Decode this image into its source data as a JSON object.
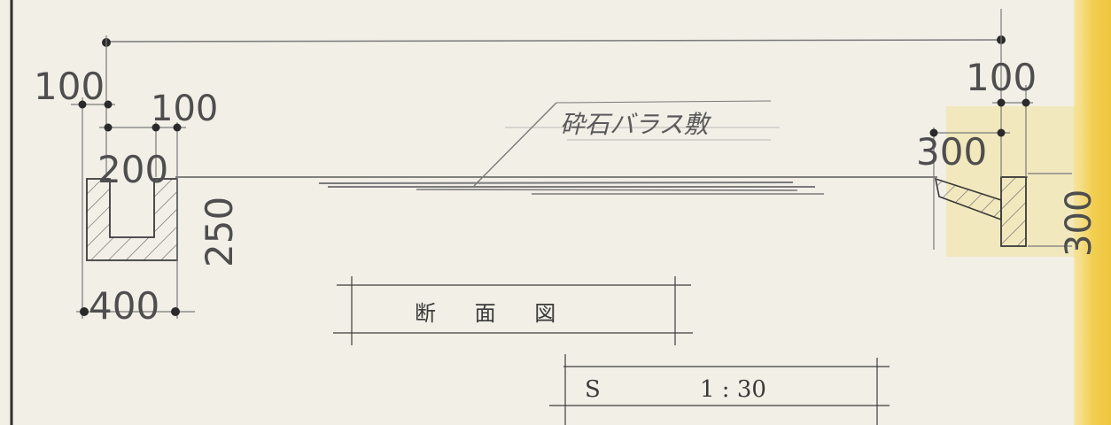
{
  "dimensions": {
    "left_top_offset": "100",
    "left_wall": "100",
    "left_inner_width": "200",
    "left_height": "250",
    "left_total_width": "400",
    "right_top_offset": "100",
    "right_width": "300",
    "right_height": "300"
  },
  "annotation": "砕石バラス敷",
  "title_box": {
    "label": "断 面 図"
  },
  "scale_box": {
    "prefix": "S",
    "ratio": "1 : 30"
  },
  "colors": {
    "paper": "#f1efe6",
    "ink": "#3e3e3e",
    "pencil": "#7a7a7a",
    "yellow_margin": "#f2cf52"
  }
}
